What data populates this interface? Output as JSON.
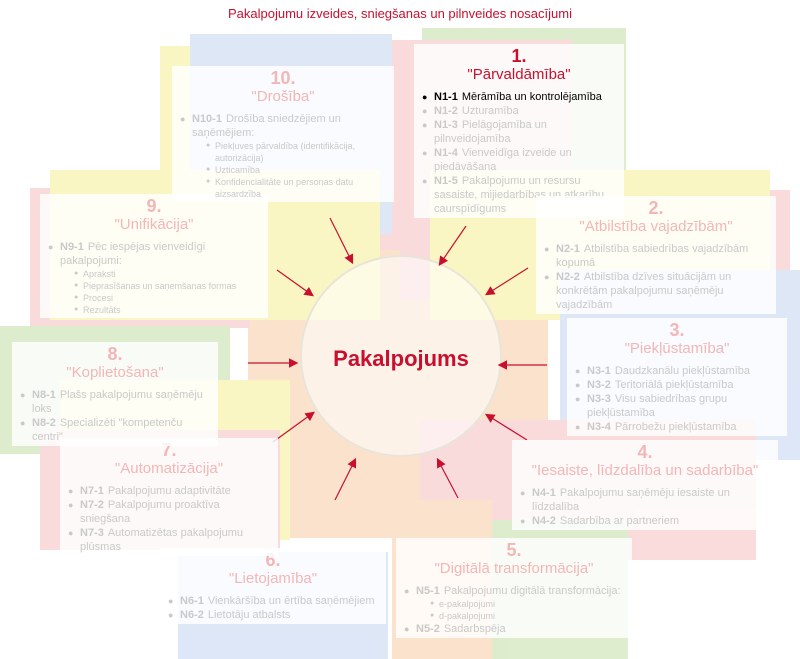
{
  "title": "Pakalpojumu izveides, sniegšanas un pilnveides nosacījumi",
  "center": {
    "label": "Pakalpojums"
  },
  "colors": {
    "accent": "#c8102e",
    "muted_text": "#c9c9c9",
    "muted_accent": "#f3b6b6",
    "bands": {
      "red": "#f4a3a3",
      "green": "#a9cf7f",
      "yellow": "#f3ea66",
      "blue": "#a9c1ea",
      "orange": "#f6b47a"
    }
  },
  "blocks": [
    {
      "id": "b1",
      "number": "1.",
      "title": "\"Pārvaldāmība\"",
      "active": true,
      "items": [
        {
          "code": "N1-1",
          "text": "Mērāmība un kontrolējamība",
          "active": true
        },
        {
          "code": "N1-2",
          "text": "Uzturamība"
        },
        {
          "code": "N1-3",
          "text": "Pielāgojamība un pilnveidojamība"
        },
        {
          "code": "N1-4",
          "text": "Vienveidīga izveide un piedāvāšana"
        },
        {
          "code": "N1-5",
          "text": "Pakalpojumu un resursu sasaiste, mijiedarbības un atkarību caurspīdīgums"
        }
      ]
    },
    {
      "id": "b2",
      "number": "2.",
      "title": "\"Atbilstība vajadzībām\"",
      "items": [
        {
          "code": "N2-1",
          "text": "Atbilstība sabiedrības vajadzībām kopumā"
        },
        {
          "code": "N2-2",
          "text": "Atbilstība dzīves situācijām un konkrētām pakalpojumu saņēmēju vajadzībām"
        }
      ]
    },
    {
      "id": "b3",
      "number": "3.",
      "title": "\"Piekļūstamība\"",
      "items": [
        {
          "code": "N3-1",
          "text": "Daudzkanālu piekļūstamība"
        },
        {
          "code": "N3-2",
          "text": "Teritoriālā piekļūstamība"
        },
        {
          "code": "N3-3",
          "text": "Visu sabiedrības grupu piekļūstamība"
        },
        {
          "code": "N3-4",
          "text": "Pārrobežu piekļūstamība"
        }
      ]
    },
    {
      "id": "b4",
      "number": "4.",
      "title": "\"Iesaiste, līdzdalība un sadarbība\"",
      "items": [
        {
          "code": "N4-1",
          "text": "Pakalpojumu saņēmēju iesaiste un līdzdalība"
        },
        {
          "code": "N4-2",
          "text": "Sadarbība ar partneriem"
        }
      ]
    },
    {
      "id": "b5",
      "number": "5.",
      "title": "\"Digitālā transformācija\"",
      "items": [
        {
          "code": "N5-1",
          "text": "Pakalpojumu digitālā transformācija:",
          "subitems": [
            "e-pakalpojumi",
            "d-pakalpojumi"
          ]
        },
        {
          "code": "N5-2",
          "text": "Sadarbspēja"
        }
      ]
    },
    {
      "id": "b6",
      "number": "6.",
      "title": "\"Lietojamība\"",
      "items": [
        {
          "code": "N6-1",
          "text": "Vienkāršība un ērtība saņēmējiem"
        },
        {
          "code": "N6-2",
          "text": "Lietotāju atbalsts"
        }
      ]
    },
    {
      "id": "b7",
      "number": "7.",
      "title": "\"Automatizācija\"",
      "items": [
        {
          "code": "N7-1",
          "text": "Pakalpojumu adaptivitāte"
        },
        {
          "code": "N7-2",
          "text": "Pakalpojumu proaktīva sniegšana"
        },
        {
          "code": "N7-3",
          "text": "Automatizētas pakalpojumu plūsmas"
        }
      ]
    },
    {
      "id": "b8",
      "number": "8.",
      "title": "\"Koplietošana\"",
      "items": [
        {
          "code": "N8-1",
          "text": "Plašs pakalpojumu saņēmēju loks"
        },
        {
          "code": "N8-2",
          "text": "Specializēti \"kompetenču centri\""
        }
      ]
    },
    {
      "id": "b9",
      "number": "9.",
      "title": "\"Unifikācija\"",
      "items": [
        {
          "code": "N9-1",
          "text": "Pēc iespējas vienveidīgi pakalpojumi:",
          "subitems": [
            "Apraksti",
            "Pieprasīšanas un saņemšanas formas",
            "Procesi",
            "Rezultāts"
          ]
        }
      ]
    },
    {
      "id": "b10",
      "number": "10.",
      "title": "\"Drošība\"",
      "items": [
        {
          "code": "N10-1",
          "text": "Drošība sniedzējiem un saņēmējiem:",
          "subitems": [
            "Piekļuves pārvaldība (identifikācija, autorizācija)",
            "Uzticamība",
            "Konfidencialitāte un personas datu aizsardzība"
          ]
        }
      ]
    }
  ]
}
